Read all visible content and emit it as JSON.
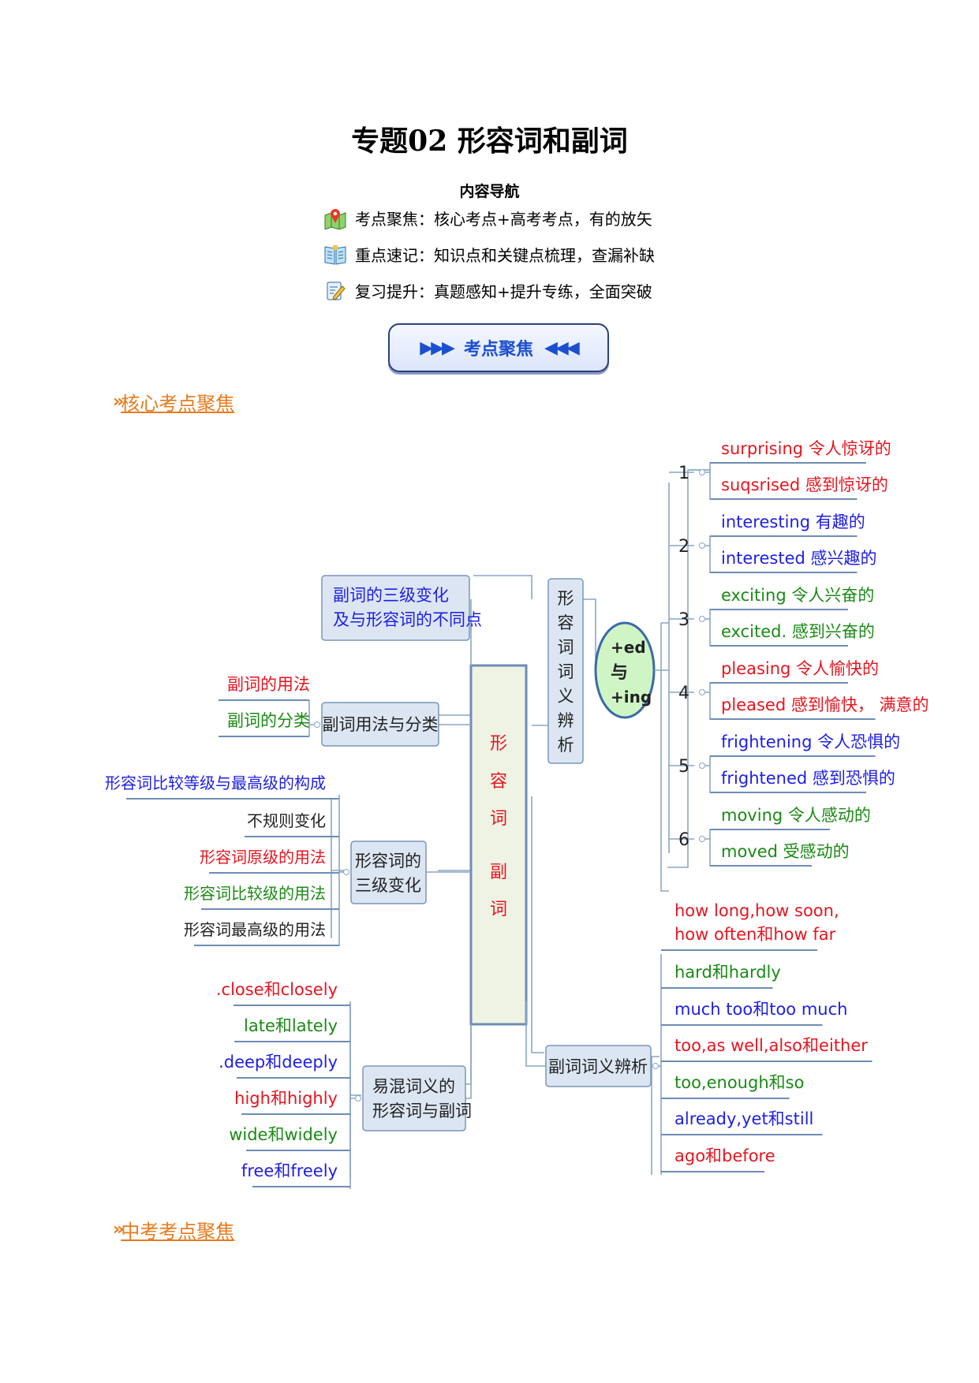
{
  "page": {
    "title": "专题02 形容词和副词",
    "nav_title": "内容导航",
    "nav_items": [
      {
        "text": "考点聚焦：核心考点+高考考点，有的放矢",
        "icon": "map-pin-icon"
      },
      {
        "text": "重点速记：知识点和关键点梳理，查漏补缺",
        "icon": "book-icon"
      },
      {
        "text": "复习提升：真题感知+提升专练，全面突破",
        "icon": "edit-document-icon"
      }
    ],
    "banner": {
      "text": "考点聚焦",
      "left_arrows": "▶▶▶",
      "right_arrows": "◀◀◀"
    },
    "section1": "核心考点聚焦",
    "section2": "中考考点聚焦",
    "section_chevron": "»"
  },
  "mindmap": {
    "center": [
      "形",
      "容",
      "词",
      "副",
      "词"
    ],
    "vertical_node": [
      "形",
      "容",
      "词",
      "词",
      "义",
      "辨",
      "析"
    ],
    "ed_ing_node": [
      "+ed",
      "与",
      "+ing"
    ],
    "ed_ing_groups": [
      {
        "num": "1",
        "items": [
          {
            "text": "surprising 令人惊讶的",
            "color": "red"
          },
          {
            "text": "suqsrised 感到惊讶的",
            "color": "red"
          }
        ]
      },
      {
        "num": "2",
        "items": [
          {
            "text": "interesting 有趣的",
            "color": "blue"
          },
          {
            "text": "interested 感兴趣的",
            "color": "blue"
          }
        ]
      },
      {
        "num": "3",
        "items": [
          {
            "text": "exciting 令人兴奋的",
            "color": "green"
          },
          {
            "text": "excited. 感到兴奋的",
            "color": "green"
          }
        ]
      },
      {
        "num": "4",
        "items": [
          {
            "text": "pleasing 令人愉快的",
            "color": "red"
          },
          {
            "text": "pleased 感到愉快， 满意的",
            "color": "red"
          }
        ]
      },
      {
        "num": "5",
        "items": [
          {
            "text": "frightening 令人恐惧的",
            "color": "blue"
          },
          {
            "text": "frightened 感到恐惧的",
            "color": "blue"
          }
        ]
      },
      {
        "num": "6",
        "items": [
          {
            "text": "moving 令人感动的",
            "color": "green"
          },
          {
            "text": "moved 受感动的",
            "color": "green"
          }
        ]
      }
    ],
    "adverb_discrimination": {
      "label": "副词词义辨析",
      "items": [
        {
          "text": "how long,how soon,",
          "text2": "how often和how far",
          "color": "red"
        },
        {
          "text": "hard和hardly",
          "color": "green"
        },
        {
          "text": "much too和too much",
          "color": "blue"
        },
        {
          "text": "too,as well,also和either",
          "color": "red"
        },
        {
          "text": "too,enough和so",
          "color": "green"
        },
        {
          "text": "already,yet和still",
          "color": "blue"
        },
        {
          "text": "ago和before",
          "color": "red"
        }
      ]
    },
    "adverb_degrees": {
      "line1": "副词的三级变化",
      "line2": "及与形容词的不同点"
    },
    "adverb_usage": {
      "label": "副词用法与分类",
      "items": [
        {
          "text": "副词的用法",
          "color": "red"
        },
        {
          "text": "副词的分类",
          "color": "green"
        }
      ]
    },
    "adj_degrees": {
      "line1": "形容词的",
      "line2": "三级变化",
      "items": [
        {
          "text": "形容词比较等级与最高级的构成",
          "color": "blue"
        },
        {
          "text": "不规则变化",
          "color": "black"
        },
        {
          "text": "形容词原级的用法",
          "color": "red"
        },
        {
          "text": "形容词比较级的用法",
          "color": "green"
        },
        {
          "text": "形容词最高级的用法",
          "color": "black"
        }
      ]
    },
    "confusing": {
      "line1": "易混词义的",
      "line2": "形容词与副词",
      "items": [
        {
          "text": ".close和closely",
          "color": "red"
        },
        {
          "text": "late和lately",
          "color": "green"
        },
        {
          "text": ".deep和deeply",
          "color": "blue"
        },
        {
          "text": "high和highly",
          "color": "red"
        },
        {
          "text": "wide和widely",
          "color": "green"
        },
        {
          "text": "free和freely",
          "color": "blue"
        }
      ]
    }
  }
}
